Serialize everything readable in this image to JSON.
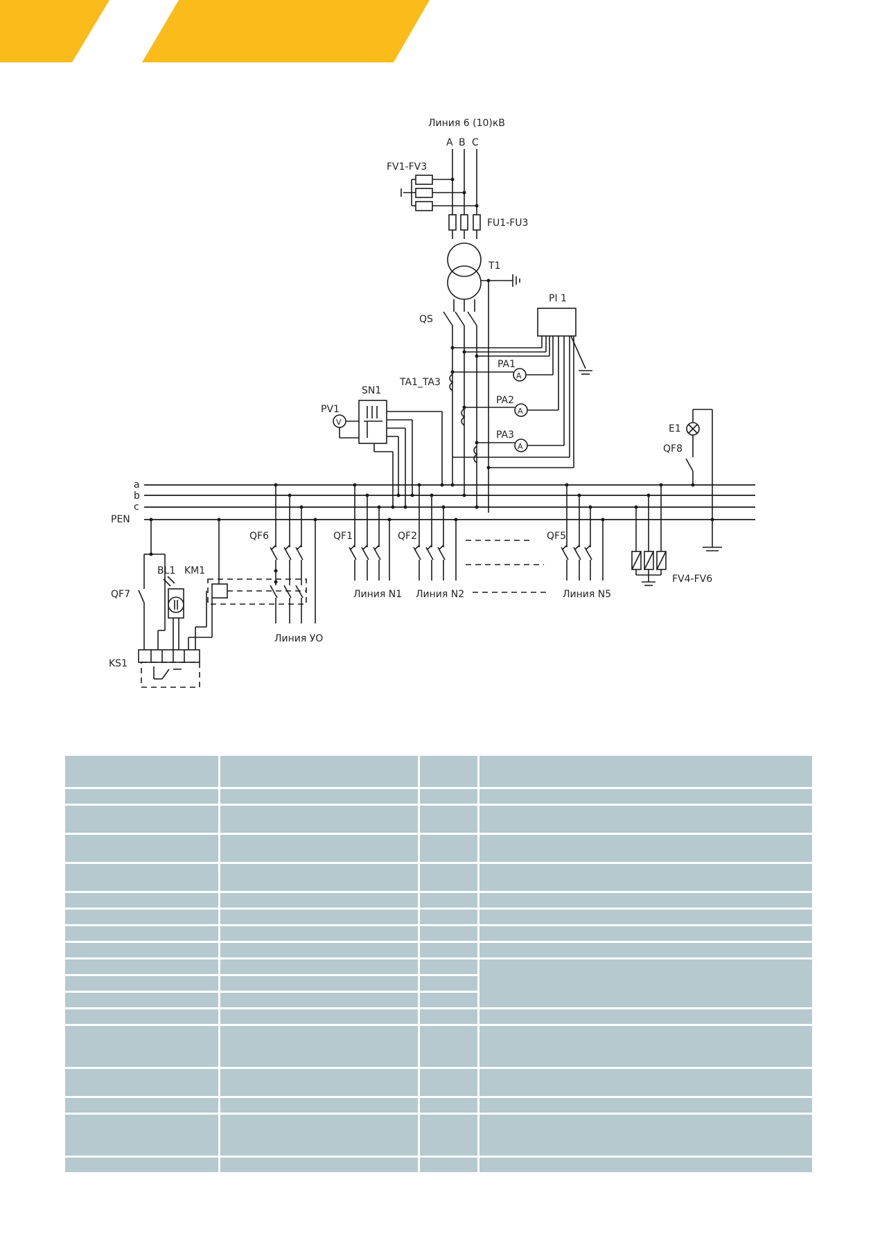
{
  "colors": {
    "accent": "#fbbb1b",
    "table_fill": "#b5c9ce",
    "ink": "#1a1a1a"
  },
  "diagram": {
    "title": "Линия 6 (10)кВ",
    "phases": [
      "A",
      "B",
      "C"
    ],
    "buses": [
      "a",
      "b",
      "c",
      "PEN"
    ],
    "labels": {
      "fv1": "FV1-FV3",
      "fu1": "FU1-FU3",
      "t1": "T1",
      "pi1": "PI 1",
      "qs": "QS",
      "ta": "TA1_TA3",
      "pa1": "PA1",
      "pa2": "PA2",
      "pa3": "PA3",
      "pv1": "PV1",
      "sn1": "SN1",
      "e1": "E1",
      "qf8": "QF8",
      "qf6": "QF6",
      "qf1": "QF1",
      "qf2": "QF2",
      "qf5": "QF5",
      "qf7": "QF7",
      "bl1": "BL1",
      "km1": "KM1",
      "ks1": "KS1",
      "fv4": "FV4-FV6",
      "line_n1": "Линия N1",
      "line_n2": "Линия N2",
      "line_n5": "Линия N5",
      "line_uo": "Линия УО",
      "meter_a": "A",
      "meter_v": "V"
    }
  }
}
